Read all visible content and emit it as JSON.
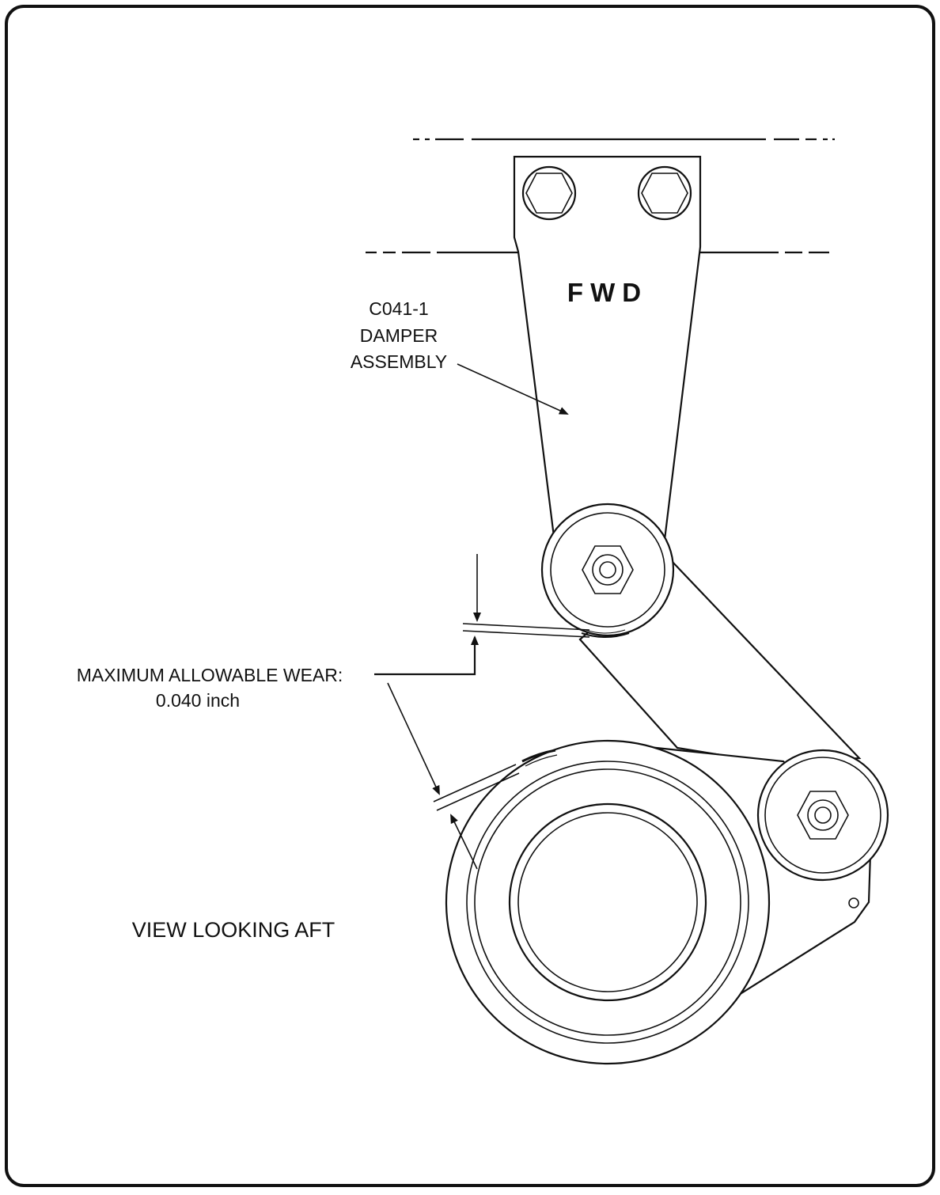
{
  "diagram": {
    "labels": {
      "part_number": "C041-1",
      "part_name_line1": "DAMPER",
      "part_name_line2": "ASSEMBLY",
      "direction": "FWD",
      "wear_line1": "MAXIMUM ALLOWABLE WEAR:",
      "wear_line2": "0.040 inch",
      "view": "VIEW LOOKING AFT"
    }
  }
}
